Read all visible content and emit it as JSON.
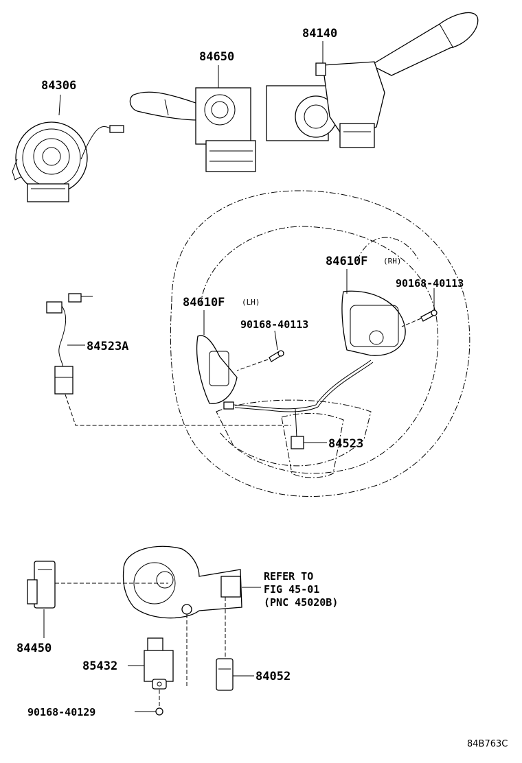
{
  "parts": {
    "p84306": "84306",
    "p84650": "84650",
    "p84140": "84140",
    "p84610F_rh": "84610F",
    "p84610F_rh_side": "(RH)",
    "p84610F_lh": "84610F",
    "p84610F_lh_side": "(LH)",
    "p90168_40113_a": "90168-40113",
    "p90168_40113_b": "90168-40113",
    "p84523A": "84523A",
    "p84523": "84523",
    "p84450": "84450",
    "p85432": "85432",
    "p84052": "84052",
    "p90168_40129": "90168-40129"
  },
  "refer": {
    "line1": "REFER TO",
    "line2": "FIG 45-01",
    "line3": "(PNC 45020B)"
  },
  "diagram_code": "84B763C"
}
